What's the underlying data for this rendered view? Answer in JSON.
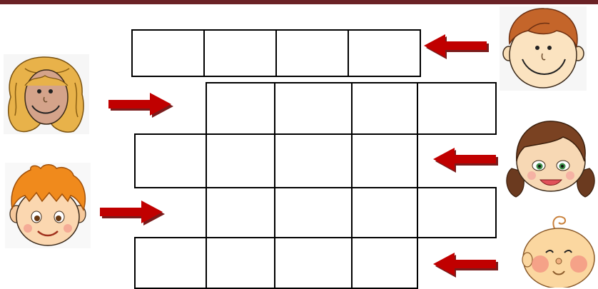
{
  "colors": {
    "top_bar": "#6b2226",
    "arrow": "#c00000",
    "arrow_shadow": "#7a1c1c",
    "cell_border": "#000000",
    "background": "#ffffff"
  },
  "puzzle": {
    "rows": [
      {
        "cells": 4,
        "clue_direction": "left"
      },
      {
        "cells": 4,
        "clue_direction": "right"
      },
      {
        "cells": 4,
        "clue_direction": "left"
      },
      {
        "cells": 4,
        "clue_direction": "right"
      },
      {
        "cells": 4,
        "clue_direction": "left"
      }
    ]
  },
  "clue_pictures": [
    {
      "icon": "dad-face-icon",
      "row": 1
    },
    {
      "icon": "mom-face-icon",
      "row": 2
    },
    {
      "icon": "sister-face-icon",
      "row": 3
    },
    {
      "icon": "brother-face-icon",
      "row": 4
    },
    {
      "icon": "baby-face-icon",
      "row": 5
    }
  ]
}
